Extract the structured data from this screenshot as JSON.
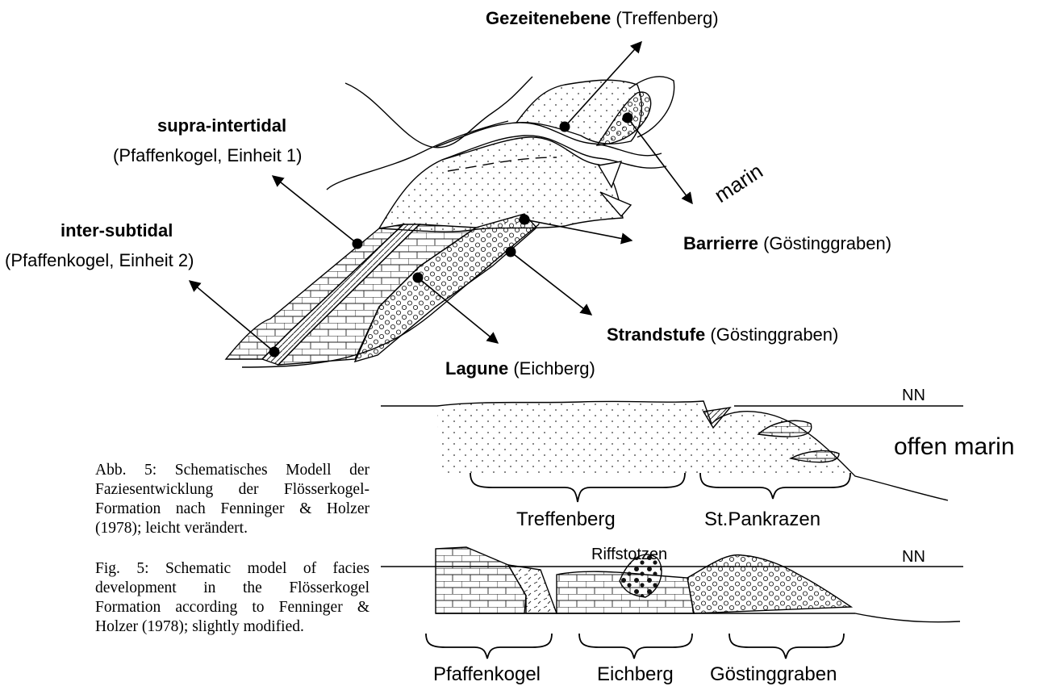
{
  "labels": {
    "gezeitenebene": "Gezeitenebene",
    "gezeitenebene_loc": "(Treffenberg)",
    "supra_intertidal": "supra-intertidal",
    "supra_intertidal_loc": "(Pfaffenkogel, Einheit 1)",
    "inter_subtidal": "inter-subtidal",
    "inter_subtidal_loc": "(Pfaffenkogel, Einheit 2)",
    "marin": "marin",
    "barrierre": "Barrierre",
    "barrierre_loc": "(Göstinggraben)",
    "strandstufe": "Strandstufe",
    "strandstufe_loc": "(Göstinggraben)",
    "lagune": "Lagune",
    "lagune_loc": "(Eichberg)"
  },
  "profiles": {
    "upper": {
      "nn": "NN",
      "offen_marin": "offen marin",
      "treffenberg": "Treffenberg",
      "st_pankrazen": "St.Pankrazen"
    },
    "lower": {
      "nn": "NN",
      "riffstotzen": "Riffstotzen",
      "pfaffenkogel": "Pfaffenkogel",
      "eichberg": "Eichberg",
      "goestinggraben": "Göstinggraben"
    }
  },
  "caption": {
    "de": "Abb. 5: Schematisches Modell der Faziesentwicklung der Flösserkogel-Formation nach Fenninger & Holzer (1978); leicht verändert.",
    "en": "Fig. 5: Schematic model of facies development in the Flösserkogel Formation according to Fenninger & Holzer (1978); slightly modified."
  }
}
